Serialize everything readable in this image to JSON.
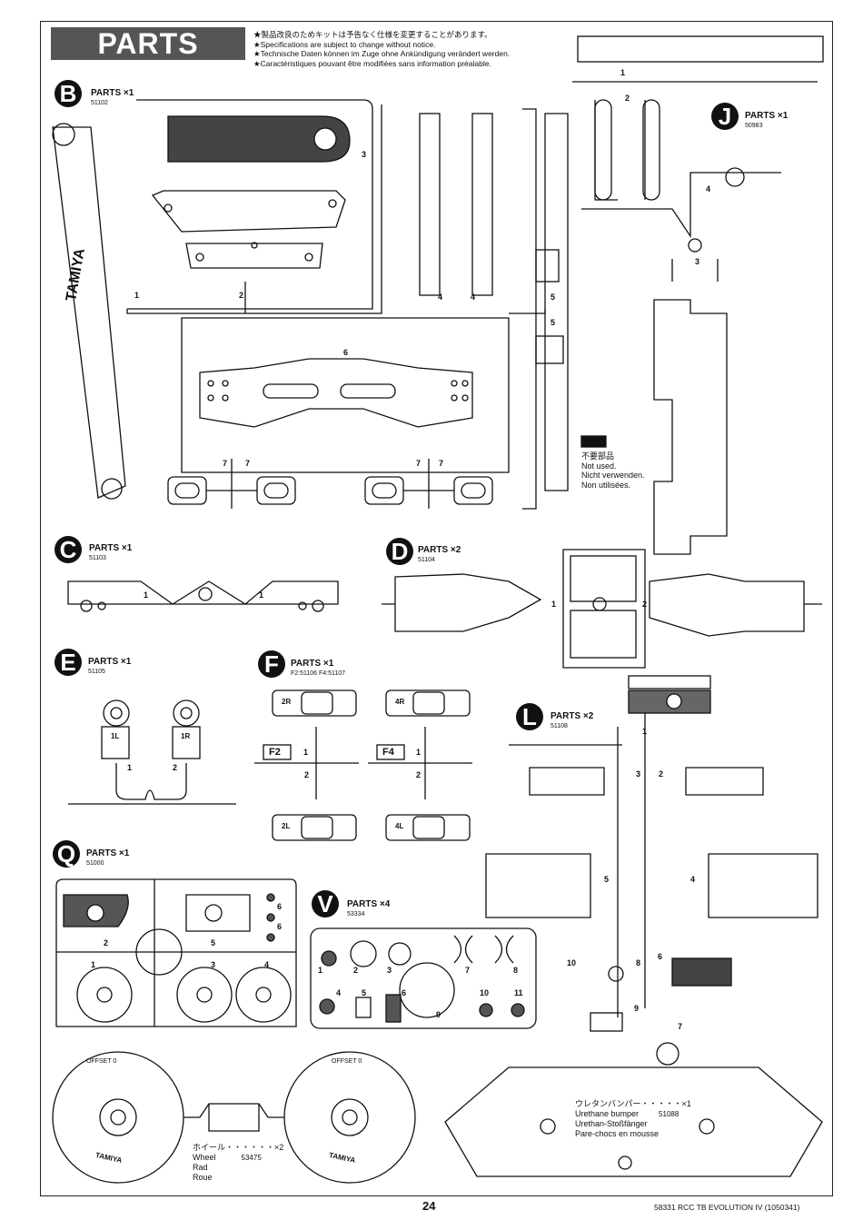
{
  "header": {
    "title": "PARTS",
    "notes": [
      "★製品改良のためキットは予告なく仕様を変更することがあります。",
      "★Specifications are subject to change without notice.",
      "★Technische Daten können im Zuge ohne Ankündigung verändert werden.",
      "★Caractéristiques pouvant être modifiées sans information préalable."
    ]
  },
  "parts": {
    "B": {
      "letter": "B",
      "title": "PARTS ×1",
      "num": "51102"
    },
    "J": {
      "letter": "J",
      "title": "PARTS ×1",
      "num": "50983"
    },
    "C": {
      "letter": "C",
      "title": "PARTS ×1",
      "num": "51103"
    },
    "D": {
      "letter": "D",
      "title": "PARTS ×2",
      "num": "51104"
    },
    "E": {
      "letter": "E",
      "title": "PARTS ×1",
      "num": "51105"
    },
    "F": {
      "letter": "F",
      "title": "PARTS ×1",
      "num": "F2:51106  F4:51107"
    },
    "L": {
      "letter": "L",
      "title": "PARTS ×2",
      "num": "51108"
    },
    "Q": {
      "letter": "Q",
      "title": "PARTS ×1",
      "num": "51000"
    },
    "V": {
      "letter": "V",
      "title": "PARTS ×4",
      "num": "53334"
    }
  },
  "unused": {
    "jp": "不要部品",
    "en": "Not used.",
    "de": "Nicht verwenden.",
    "fr": "Non utilisées."
  },
  "wheel": {
    "jp": "ホイール・・・・・・×2",
    "en": "Wheel",
    "de": "Rad",
    "fr": "Roue",
    "num": "53475",
    "brand": "TAMIYA",
    "offset": "OFFSET 0"
  },
  "bumper": {
    "jp": "ウレタンバンパー・・・・・×1",
    "en": "Urethane bumper",
    "num": "51088",
    "de": "Urethan-Stoßfänger",
    "fr": "Pare-chocs en mousse"
  },
  "labels": {
    "b_brand": "TAMIYA",
    "e1": "1L",
    "e2": "1R",
    "f2r": "2R",
    "f4r": "4R",
    "f2l": "2L",
    "f4l": "4L",
    "f2": "F2",
    "f4": "F4"
  },
  "footer": {
    "page": "24",
    "model": "58331  RCC TB EVOLUTION IV (1050341)"
  }
}
